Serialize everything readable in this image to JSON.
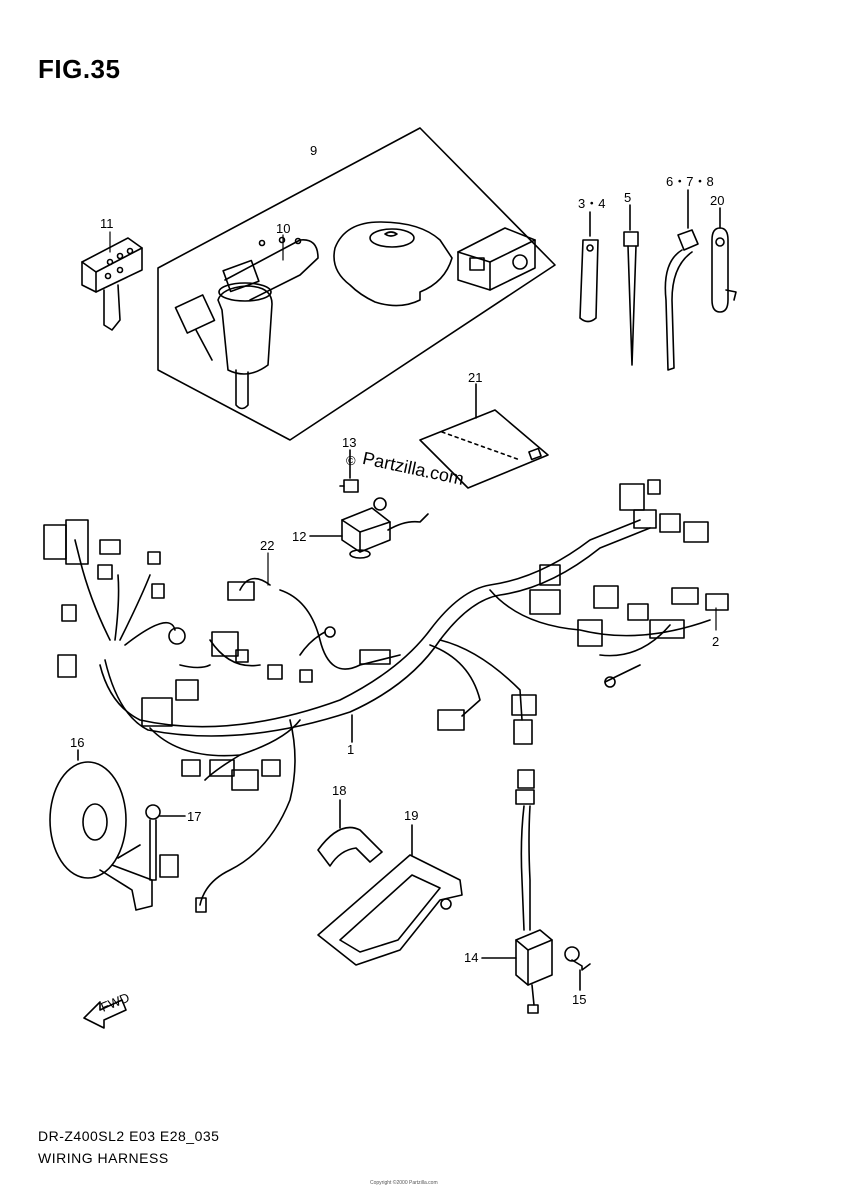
{
  "figure": {
    "title": "FIG.35",
    "footer_code": "DR-Z400SL2 E03 E28_035",
    "footer_name": "WIRING HARNESS",
    "watermark": "Partzilla.com",
    "watermark_symbol": "©",
    "fine_print": "Copyright ©2000 Partzilla.com"
  },
  "part_labels": [
    {
      "id": "9",
      "text": "9"
    },
    {
      "id": "10",
      "text": "10"
    },
    {
      "id": "11",
      "text": "11"
    },
    {
      "id": "3-4",
      "text": "3・4"
    },
    {
      "id": "5",
      "text": "5"
    },
    {
      "id": "6-7-8",
      "text": "6・7・8"
    },
    {
      "id": "20",
      "text": "20"
    },
    {
      "id": "21",
      "text": "21"
    },
    {
      "id": "13",
      "text": "13"
    },
    {
      "id": "12",
      "text": "12"
    },
    {
      "id": "22",
      "text": "22"
    },
    {
      "id": "2",
      "text": "2"
    },
    {
      "id": "1",
      "text": "1"
    },
    {
      "id": "16",
      "text": "16"
    },
    {
      "id": "17",
      "text": "17"
    },
    {
      "id": "18",
      "text": "18"
    },
    {
      "id": "19",
      "text": "19"
    },
    {
      "id": "14",
      "text": "14"
    },
    {
      "id": "15",
      "text": "15"
    }
  ],
  "fwd_arrow": {
    "text": "FWD"
  }
}
